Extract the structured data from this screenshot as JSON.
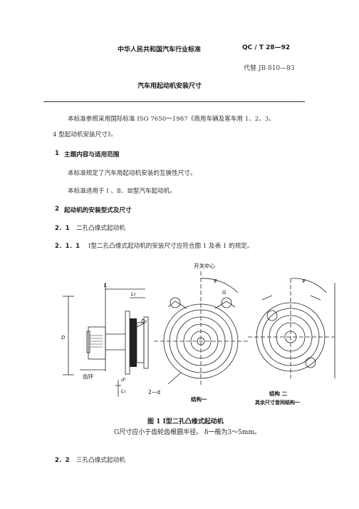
{
  "header": {
    "org_title": "中华人民共和国汽车行业标准",
    "std_number": "QC / T  28—92",
    "replaces": "代替 JB 810—83"
  },
  "doc_title": "汽车用起动机安装尺寸",
  "intro": {
    "line1": "本标准参照采用国际标准 ISO 7650一1987《商用车辆及客车用 1、2、3、",
    "line2": "4 型起动机安装尺寸》。"
  },
  "section1": {
    "number": "1",
    "heading": "主题内容与适用范围",
    "para1": "本标准规定了汽车用起动机安装的互换性尺寸。",
    "para2": "本标准适用于 Ⅰ 、Ⅱ、Ⅲ型汽车起动机。"
  },
  "section2": {
    "number": "2",
    "heading": "起动机的安装型式及尺寸",
    "s21_number": "2．1",
    "s21_text": "二孔凸缘式起动机",
    "s211_number": "2．1．1",
    "s211_text": "Ⅰ型二孔凸缘式起动机的安装尺寸应符合图 1 及表 1 的规定。",
    "s22_number": "2．2",
    "s22_text": "三孔凸缘式起动机"
  },
  "figure": {
    "label_switch_center": "开关中心",
    "label_L": "L",
    "label_L0": "L₀",
    "label_D0": "D₀",
    "label_D": "D",
    "label_ring_gear": "齿环",
    "label_d0": "d⁰",
    "label_L1": "L₁",
    "label_2d": "2—d",
    "label_G": "G",
    "label_phi_left": "φ",
    "label_phi_right": "φ",
    "label_struct1": "结构一",
    "label_struct2": "结构 二",
    "label_struct2_note": "其余尺寸皆同结构一",
    "caption_title": "图 1    Ⅰ型二孔凸缘式起动机",
    "caption_note": "G尺寸应小于齿轮齿根圆半径。      δ一般为3～5mm。"
  }
}
